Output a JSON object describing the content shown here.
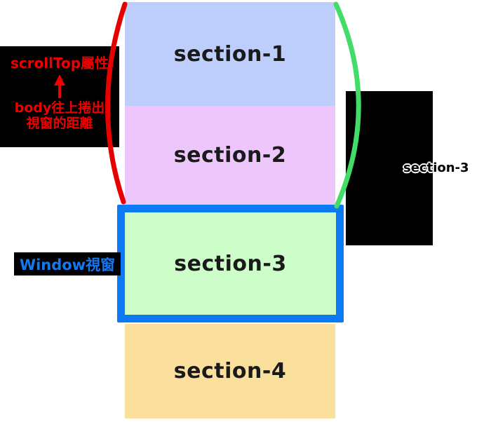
{
  "diagram": {
    "sections": [
      {
        "label": "section-1",
        "color": "#bdcefc"
      },
      {
        "label": "section-2",
        "color": "#edc7fb"
      },
      {
        "label": "section-3",
        "color": "#cdfdc9"
      },
      {
        "label": "section-4",
        "color": "#fbdf9d"
      }
    ],
    "scrolltop_callout": {
      "title": "scrollTop屬性",
      "desc_line1": "body往上捲出",
      "desc_line2": "視窗的距離",
      "text_color": "#ee0000",
      "bg": "#000000"
    },
    "window_callout": {
      "label": "Window視窗",
      "text_color": "#1478f0",
      "bg": "#000000"
    },
    "right_callout": {
      "label": "section-3",
      "text_color": "#000000",
      "halo_color": "#ffffff",
      "bg": "#000000"
    },
    "viewport": {
      "border_color": "#0c7af2"
    },
    "brackets": {
      "left_color": "#e80000",
      "right_color": "#42dd68"
    },
    "section_label_color": "#1a1a1a"
  }
}
